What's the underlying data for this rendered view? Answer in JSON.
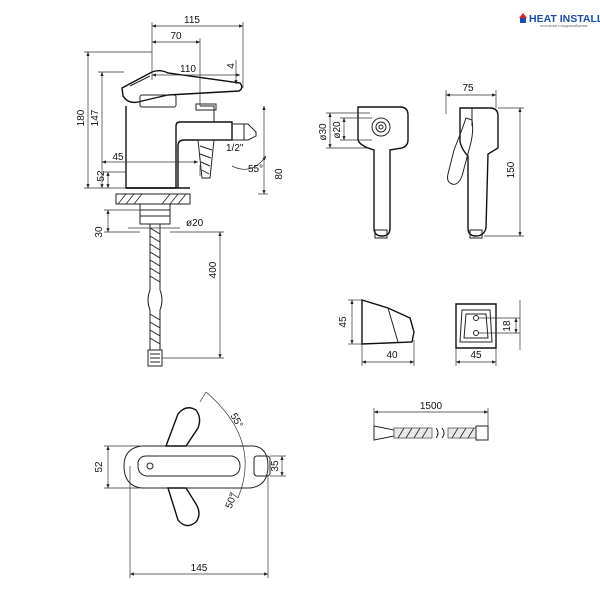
{
  "logo": {
    "brand": "HEAT INSTALL",
    "tagline": "отопление и водоснабжение",
    "accent": "#1a4fa3",
    "icon": "house-icon"
  },
  "dims": {
    "d115": "115",
    "d70": "70",
    "d110": "110",
    "d4": "4",
    "d180": "180",
    "d147": "147",
    "d45_side": "45",
    "d52_side": "52",
    "thread": "1/2\"",
    "angle55_side": "55°",
    "d80": "80",
    "d30_nut": "30",
    "d20_nut": "ø20",
    "d400": "400",
    "d30_head": "ø30",
    "d20_head": "ø20",
    "d75": "75",
    "d150": "150",
    "d45_bh": "45",
    "d40_bh": "40",
    "d45_bf": "45",
    "d18_bf": "18",
    "d1500": "1500",
    "angle55_top": "55°",
    "angle50_top": "50°",
    "d52_top": "52",
    "d35_top": "35",
    "d145": "145"
  }
}
